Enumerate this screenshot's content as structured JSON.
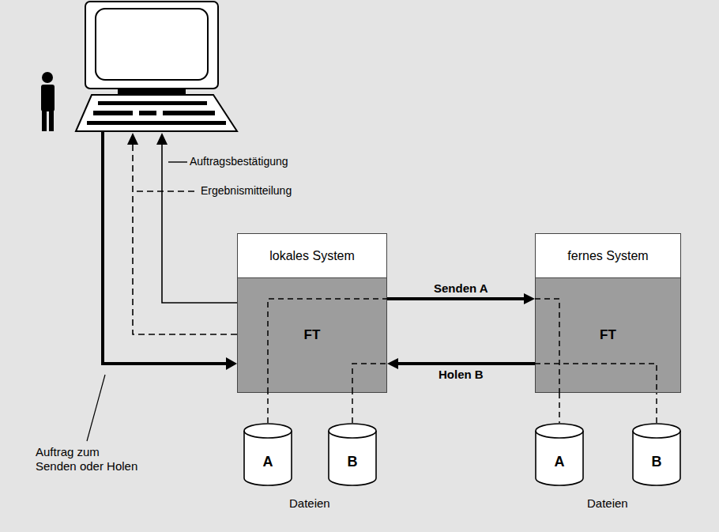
{
  "diagram": {
    "nodes": [
      {
        "text": [
          "lokales System",
          "FT"
        ]
      },
      {
        "text": [
          "fernes System",
          "FT"
        ]
      },
      {
        "text": [
          "A"
        ]
      },
      {
        "text": [
          "B"
        ]
      },
      {
        "text": [
          "A"
        ]
      },
      {
        "text": [
          "B"
        ]
      }
    ],
    "edges": [
      {
        "from": 0,
        "to": 1,
        "label": "Senden A",
        "arrow": "to"
      },
      {
        "from": 1,
        "to": 0,
        "label": "Holen B",
        "arrow": "to"
      },
      {
        "from": 2,
        "to": 0,
        "arrow": "none"
      },
      {
        "from": 3,
        "to": 0,
        "arrow": "none"
      },
      {
        "from": 1,
        "to": 4,
        "arrow": "none"
      },
      {
        "from": 5,
        "to": 1,
        "arrow": "none"
      }
    ],
    "labels": [
      "Auftragsbestätigung",
      "Ergebnismitteilung",
      "Auftrag zum Senden oder Holen",
      "Dateien",
      "Dateien"
    ]
  }
}
